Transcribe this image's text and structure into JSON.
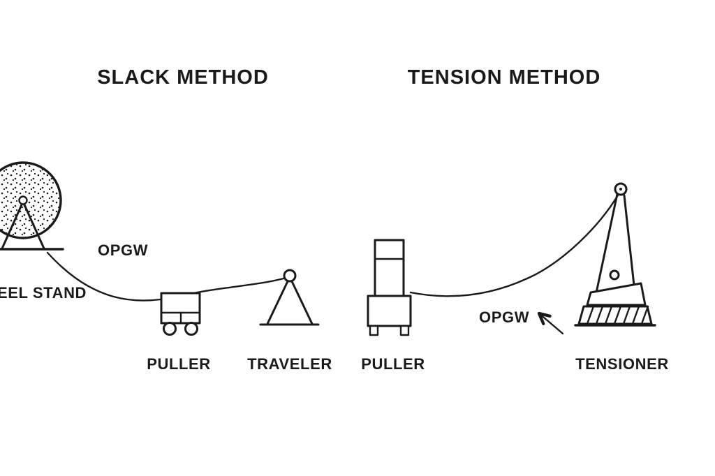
{
  "colors": {
    "ink": "#1a1a1a",
    "background": "#ffffff"
  },
  "slack": {
    "title": "SLACK METHOD",
    "opgw_label": "OPGW",
    "reel_stand_label": "EEL STAND",
    "puller_label": "PULLER",
    "traveler_label": "TRAVELER"
  },
  "tension": {
    "title": "TENSION METHOD",
    "puller_label": "PULLER",
    "opgw_label": "OPGW",
    "tensioner_label": "TENSIONER"
  }
}
